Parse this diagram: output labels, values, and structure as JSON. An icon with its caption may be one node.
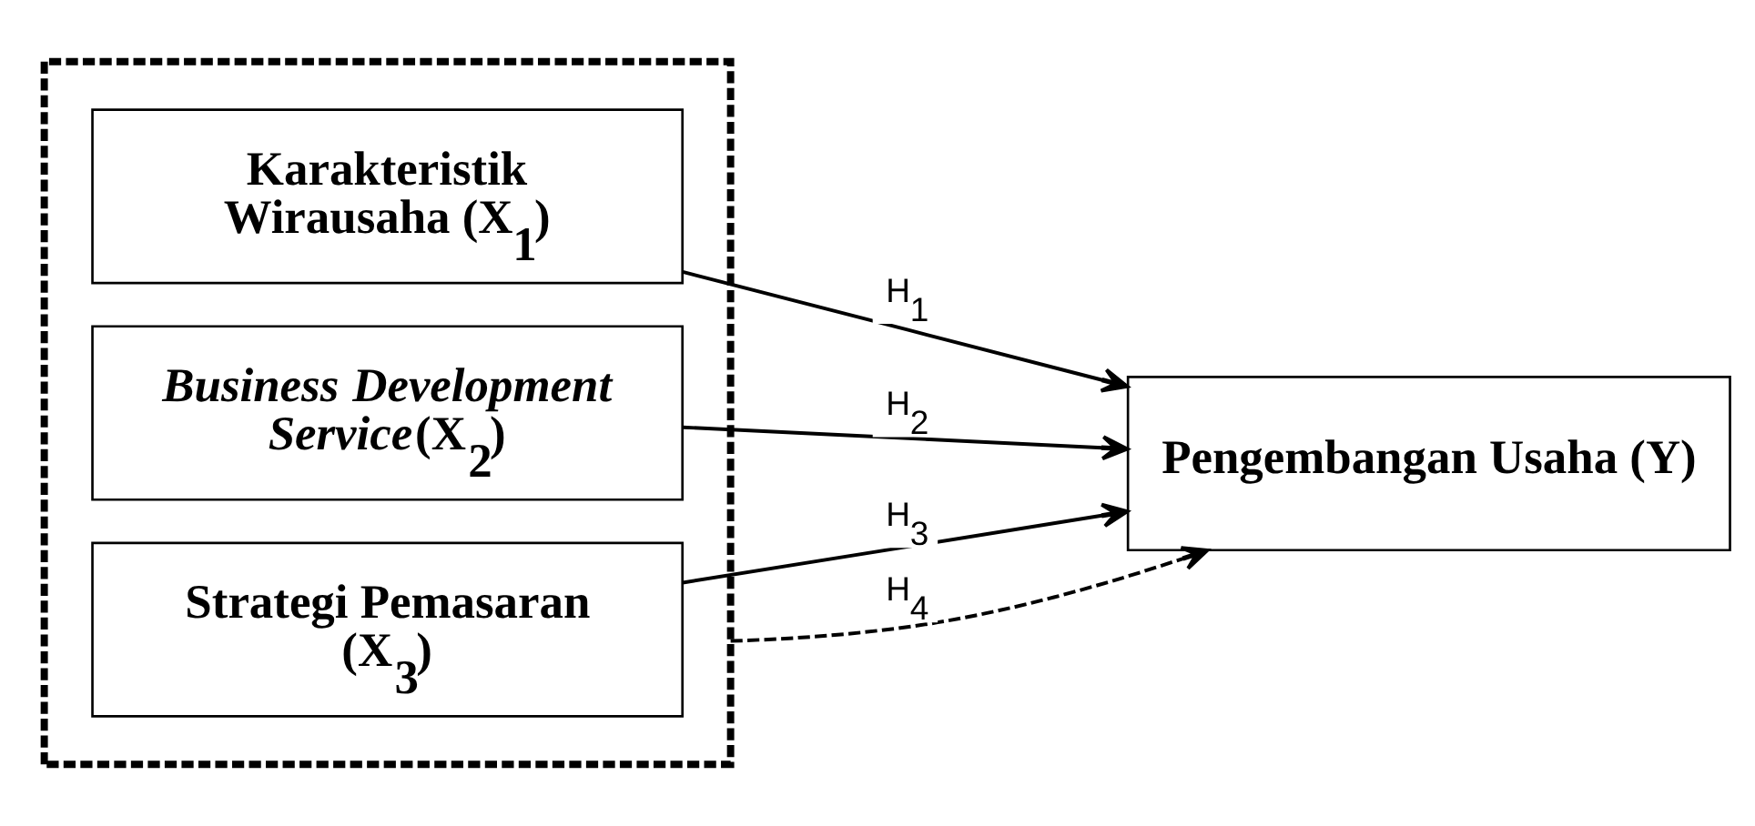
{
  "diagram": {
    "nodes": [
      {
        "text": [],
        "shape": "box"
      },
      {
        "text": [
          "Karakteristik Wirausaha (X$_{1}$)"
        ],
        "in": 0
      },
      {
        "text": [
          "*Business Development Service*(X$_{2}$)"
        ],
        "in": 0
      },
      {
        "text": [
          "Strategi Pemasaran (X$_{3}$)"
        ],
        "in": 0
      },
      {
        "text": [
          "Pengembangan Usaha (Y)"
        ]
      }
    ],
    "edges": [
      {
        "from": 1,
        "to": 4,
        "arrow": "to",
        "label": "H$_{1}$"
      },
      {
        "from": 2,
        "to": 4,
        "arrow": "to",
        "label": "H$_{2}$"
      },
      {
        "from": 3,
        "to": 4,
        "arrow": "to",
        "label": "H$_{3}$"
      },
      {
        "from": 0,
        "to": 4,
        "arrow": "to",
        "label": "H$_{4}$",
        "style": "dashed"
      }
    ]
  }
}
